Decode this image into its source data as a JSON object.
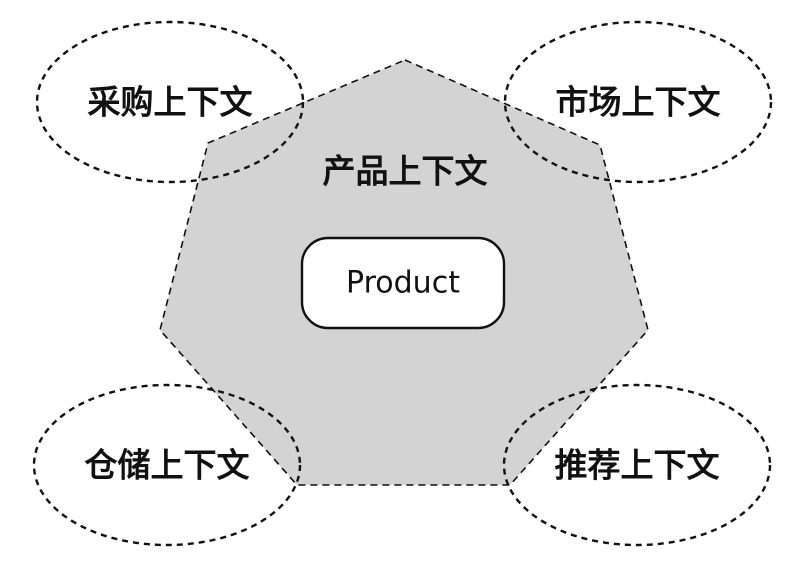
{
  "title": "",
  "core": {
    "label": "产品上下文",
    "entity": "Product",
    "fill": "#d3d3d3"
  },
  "contexts": [
    {
      "id": "procurement",
      "label": "采购上下文"
    },
    {
      "id": "market",
      "label": "市场上下文"
    },
    {
      "id": "warehouse",
      "label": "仓储上下文"
    },
    {
      "id": "recommendation",
      "label": "推荐上下文"
    }
  ],
  "colors": {
    "stroke": "#111111",
    "background": "#ffffff",
    "heptagon_fill": "#d3d3d3"
  }
}
